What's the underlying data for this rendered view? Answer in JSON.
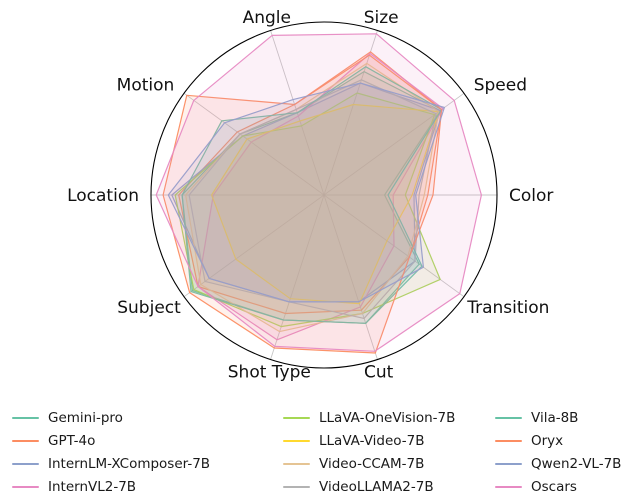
{
  "chart_data": {
    "type": "radar",
    "categories": [
      "Color",
      "Speed",
      "Size",
      "Angle",
      "Motion",
      "Location",
      "Subject",
      "Shot Type",
      "Cut",
      "Transition"
    ],
    "angle_start_deg": 0,
    "direction": "ccw",
    "rmax": 100,
    "grid": {
      "spokes": true,
      "rings": false,
      "outer_circle": true
    },
    "legend_position": "bottom",
    "series": [
      {
        "name": "Gemini-pro",
        "color": "#66c2a5",
        "values": [
          35,
          83,
          75,
          50,
          60,
          82,
          94,
          76,
          78,
          68
        ]
      },
      {
        "name": "GPT-4o",
        "color": "#fc8d62",
        "values": [
          60,
          84,
          87,
          55,
          62,
          84,
          90,
          72,
          70,
          61
        ]
      },
      {
        "name": "InternLM-XComposer-7B",
        "color": "#8da0cb",
        "values": [
          52,
          83,
          68,
          50,
          58,
          88,
          82,
          65,
          65,
          65
        ]
      },
      {
        "name": "InternVL2-7B",
        "color": "#e78ac3",
        "values": [
          40,
          85,
          86,
          48,
          52,
          64,
          90,
          88,
          68,
          50
        ]
      },
      {
        "name": "LLaVA-OneVision-7B",
        "color": "#a6d854",
        "values": [
          47,
          79,
          62,
          42,
          58,
          86,
          93,
          80,
          72,
          83
        ]
      },
      {
        "name": "LLaVA-Video-7B",
        "color": "#ffd92f",
        "values": [
          51,
          82,
          55,
          45,
          55,
          65,
          63,
          63,
          66,
          45
        ]
      },
      {
        "name": "Video-CCAM-7B",
        "color": "#e5c494",
        "values": [
          58,
          82,
          80,
          52,
          60,
          80,
          88,
          83,
          72,
          60
        ]
      },
      {
        "name": "VideoLLAMA2-7B",
        "color": "#b3b3b3",
        "values": [
          55,
          80,
          70,
          52,
          60,
          78,
          85,
          65,
          75,
          65
        ]
      },
      {
        "name": "Vila-8B",
        "color": "#66c2a5",
        "values": [
          37,
          84,
          78,
          50,
          73,
          82,
          95,
          76,
          78,
          70
        ]
      },
      {
        "name": "Oryx",
        "color": "#fc8d62",
        "values": [
          63,
          84,
          85,
          55,
          98,
          93,
          96,
          93,
          96,
          61
        ]
      },
      {
        "name": "Qwen2-VL-7B",
        "color": "#8da0cb",
        "values": [
          53,
          86,
          68,
          58,
          71,
          90,
          82,
          65,
          65,
          71
        ]
      },
      {
        "name": "Oscars",
        "color": "#e78ac3",
        "values": [
          91,
          93,
          98,
          97,
          93,
          97,
          90,
          92,
          95,
          97
        ]
      }
    ],
    "style": {
      "fill_opacity": 0.12,
      "stroke_width": 1.2,
      "spoke_color": "#b3b3b3",
      "outer_circle_color": "#000000",
      "label_color": "#111111"
    }
  }
}
